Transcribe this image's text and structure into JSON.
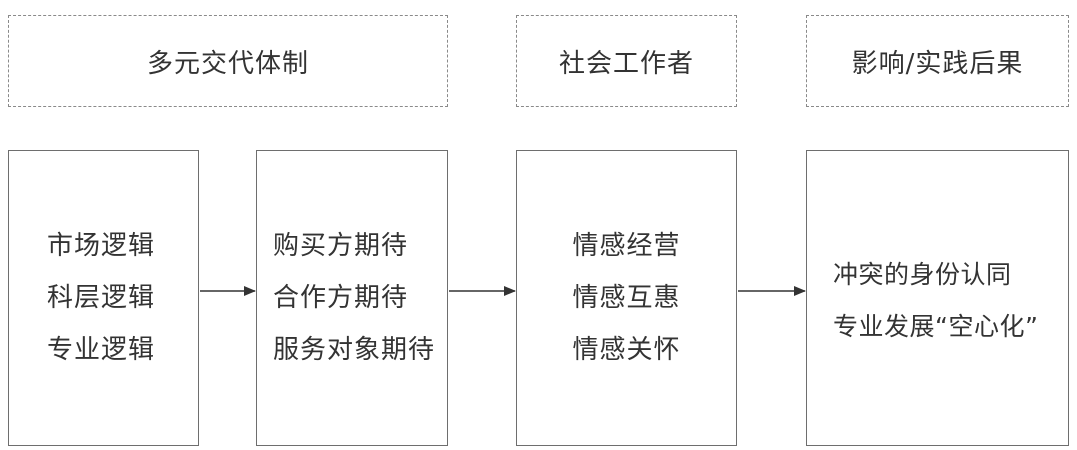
{
  "header": {
    "multi_institution": "多元交代体制",
    "social_worker": "社会工作者",
    "impact": "影响/实践后果"
  },
  "boxes": {
    "logics": [
      "市场逻辑",
      "科层逻辑",
      "专业逻辑"
    ],
    "expectations": [
      "购买方期待",
      "合作方期待",
      "服务对象期待"
    ],
    "emotions": [
      "情感经营",
      "情感互惠",
      "情感关怀"
    ],
    "outcomes": [
      "冲突的身份认同",
      "专业发展“空心化”"
    ]
  },
  "colors": {
    "border": "#6e6e6e",
    "dashed_border": "#8a8a8a",
    "text": "#333333",
    "arrow": "#333333"
  }
}
